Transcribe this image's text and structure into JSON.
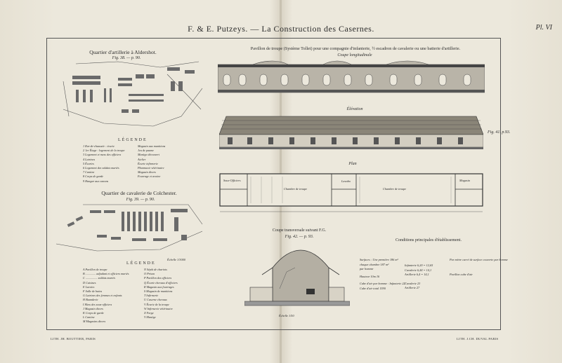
{
  "header": {
    "title": "F. & E. Putzeys. — La Construction des Casernes.",
    "plate": "Pl. VI"
  },
  "left": {
    "aldershot": {
      "title": "Quartier d'artillerie à Aldershot.",
      "fig": "Fig. 38. — p. 90.",
      "legend_title": "LÉGENDE",
      "legend_left": [
        "1 Rez-de-chaussée : écurie",
        "2 1er Étage : logement de la troupe",
        "3 Logement et mess des officiers",
        "4 Latrines",
        "5 Écuries",
        "6 Logement des soldats mariés",
        "7 Cantine",
        "8 Corps de garde",
        "9 Hangar aux canons"
      ],
      "legend_right": [
        "Magasin aux munitions",
        "Jeu de paume",
        "Manège découvert",
        "Atelier",
        "Écurie infirmerie",
        "Pharmacie vétérinaire",
        "Magasin divers",
        "Fourrage et avoine"
      ]
    },
    "colchester": {
      "title": "Quartier de cavalerie de Colchester.",
      "fig": "Fig. 39. — p. 90.",
      "legend_title": "LÉGENDE",
      "scale": "Échelle 1/3000",
      "legend_left": [
        "A Pavillon de troupe",
        "B .............. adjudant et officiers mariés",
        "C ................ soldats mariés",
        "D Cuisines",
        "E Lavoirs",
        "F Salle de bains",
        "G Latrines des femmes et enfants",
        "H Buanderie",
        "I Mess des sous-officiers",
        "J Magasin divers",
        "K Corps de garde",
        "L Cantine",
        "M Magasins divers"
      ],
      "legend_right": [
        "N Sépôt de chariots",
        "O Prison",
        "P Pavillon des officiers",
        "Q Écurie chevaux d'officiers",
        "R Magasin aux fourrages",
        "S Magasin de munitions",
        "T Infirmerie",
        "U Caserne chevaux",
        "V Écurie de la troupe",
        "W Infirmerie vétérinaire",
        "X Forge",
        "Y Manège"
      ]
    }
  },
  "right": {
    "pavilion_title": "Pavillon de troupe (Système Tollet) pour une compagnie d'infanterie, ½ escadron de cavalerie ou une batterie d'artillerie.",
    "coupe_long": "Coupe longitudinale",
    "elevation": "Élévation",
    "plan": "Plan",
    "fig41": "Fig. 41. p.93.",
    "rooms": {
      "chambre_a": "Chambre de troupe",
      "chambre_b": "Chambre de troupe",
      "lavabo": "Lavabo",
      "sous_off": "Sous-Officiers",
      "magasin": "Magasin"
    },
    "coupe_trans": "Coupe transversale suivant F.G.",
    "fig42": "Fig. 42. — p. 93.",
    "scale_trans": "Échelle 1/50",
    "conditions_title": "Conditions principales d'établissement.",
    "conditions": [
      "Surfaces : Une première 186 m²",
      "chaque chambre 187 m²",
      "par homme",
      "Infanterie 6,20 = 12,65",
      "Cavalerie 6,44 = 14,1",
      "Artillerie 6,4 = 14,1",
      "Hauteur 10m 16",
      "Cube d'air par homme : Infanterie 22",
      "Cavalerie 23",
      "Artillerie 27",
      "Cube d'air total 1590",
      "Par mètre carré de surface couverte par homme",
      "Pavillon cube d'air"
    ]
  },
  "footer": {
    "left": "LITH. JH. BOUTTIER, PARIS",
    "right": "LITH. J.CH. DUVAL PARIS"
  }
}
